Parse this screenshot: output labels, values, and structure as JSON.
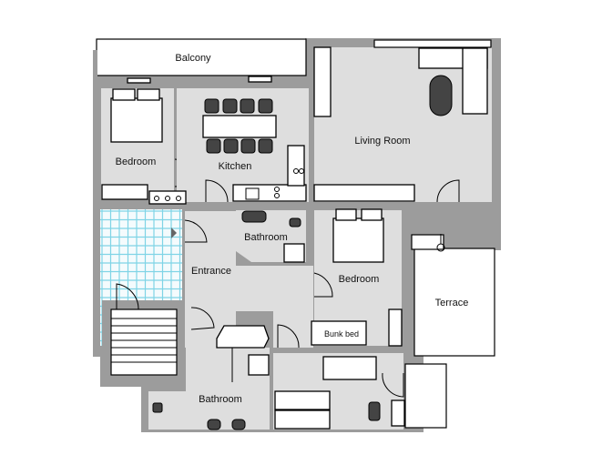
{
  "rooms": {
    "balcony": "Balcony",
    "bedroom_top": "Bedroom",
    "kitchen": "Kitchen",
    "living_room": "Living Room",
    "bathroom_top": "Bathroom",
    "entrance": "Entrance",
    "bedroom_middle": "Bedroom",
    "terrace": "Terrace",
    "bathroom_bottom": "Bathroom"
  },
  "furniture": {
    "bunk_bed": "Bunk bed"
  },
  "colors": {
    "wall": "#9c9c9c",
    "floor": "#dedede",
    "stairwell_grid": "#7fd4e6"
  }
}
